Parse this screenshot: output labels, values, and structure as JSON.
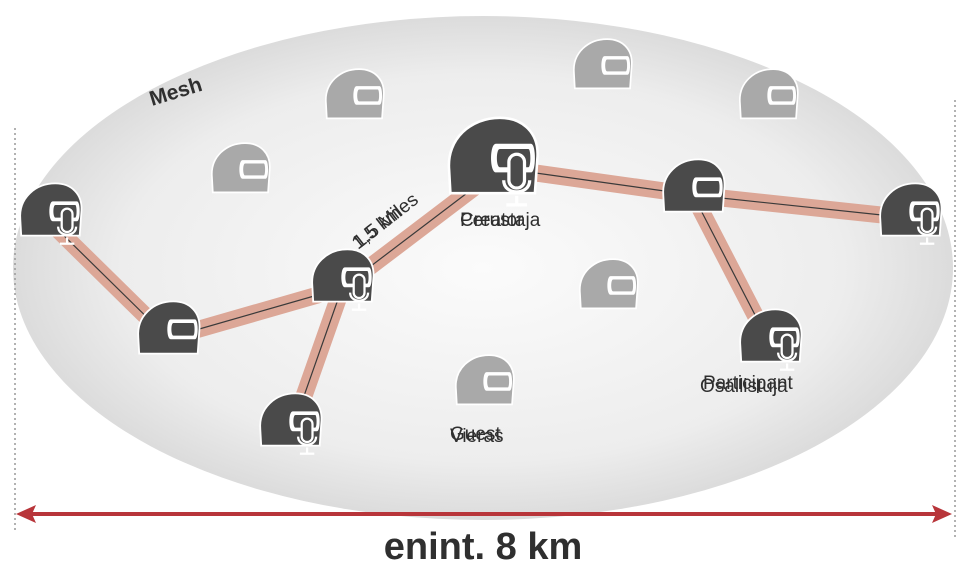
{
  "labels": {
    "mesh": "Mesh",
    "range_fi": "1,5 km",
    "range_en": "1.5 Miles",
    "creator_en": "Creator",
    "creator_fi": "Perustaja",
    "participant_en": "Participant",
    "participant_fi": "Osallistuja",
    "guest_en": "Guest",
    "guest_fi": "Vieras",
    "total_distance": "enint. 8 km"
  },
  "colors": {
    "cloud_edge": "#d3d3d3",
    "cloud_center": "#f7f7f7",
    "link_band": "#dca797",
    "link_line": "#3a3a3a",
    "helmet_dark": "#4a4a4a",
    "helmet_light": "#a9a9a9",
    "arrow": "#b8353a"
  },
  "icons": {
    "active_helmet": "helmet-with-mic-icon",
    "guest_helmet": "helmet-icon",
    "arrow": "double-headed-arrow-icon"
  }
}
